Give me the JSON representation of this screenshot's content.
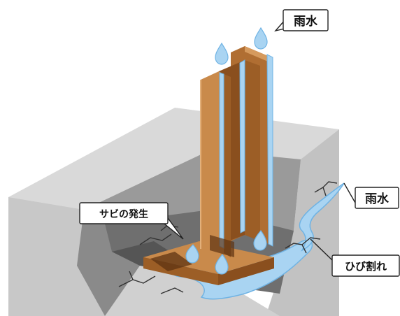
{
  "labels": {
    "rain_top": "雨水",
    "rain_right": "雨水",
    "rust": "サビの発生",
    "cracks": "ひび割れ"
  },
  "colors": {
    "concrete_top": "#d9d9d9",
    "concrete_front": "#c8c8c8",
    "concrete_side": "#bdbdbd",
    "pit_floor": "#6f6f6f",
    "steel_light": "#c98a4b",
    "steel_mid": "#b06e32",
    "steel_dark": "#8a4f1e",
    "rust_dark": "#5e3312",
    "water": "#a9d4f2",
    "water_edge": "#6fb3e4",
    "crack": "#333333"
  }
}
